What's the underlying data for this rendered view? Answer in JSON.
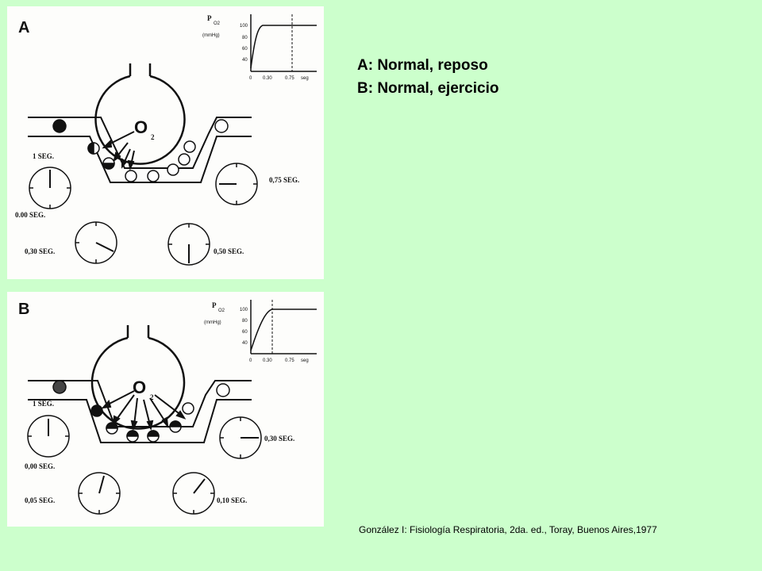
{
  "legend": {
    "line_a": "A: Normal, reposo",
    "line_b": "B: Normal, ejercicio"
  },
  "citation": "González I: Fisiología Respiratoria, 2da. ed., Toray, Buenos Aires,1977",
  "panel_a": {
    "letter": "A",
    "gas": "O",
    "gas_sub": "2",
    "graph": {
      "label_p": "P",
      "label_sub": "O2",
      "unit": "(mmHg)",
      "y_ticks": [
        "100",
        "80",
        "60",
        "40"
      ],
      "x_ticks": [
        "0",
        "0.30",
        "0.75",
        "seg"
      ]
    },
    "clocks": [
      "1 SEG.",
      "0.00 SEG.",
      "0,30 SEG.",
      "0,50 SEG.",
      "0,75 SEG."
    ]
  },
  "panel_b": {
    "letter": "B",
    "gas": "O",
    "gas_sub": "2",
    "graph": {
      "label_p": "P",
      "label_sub": "O2",
      "unit": "(mmHg)",
      "y_ticks": [
        "100",
        "80",
        "60",
        "40"
      ],
      "x_ticks": [
        "0",
        "0.30",
        "0.75",
        "seg"
      ]
    },
    "clocks": [
      "1 SEG.",
      "0,00 SEG.",
      "0,05 SEG.",
      "0,10 SEG.",
      "0,30 SEG."
    ]
  }
}
